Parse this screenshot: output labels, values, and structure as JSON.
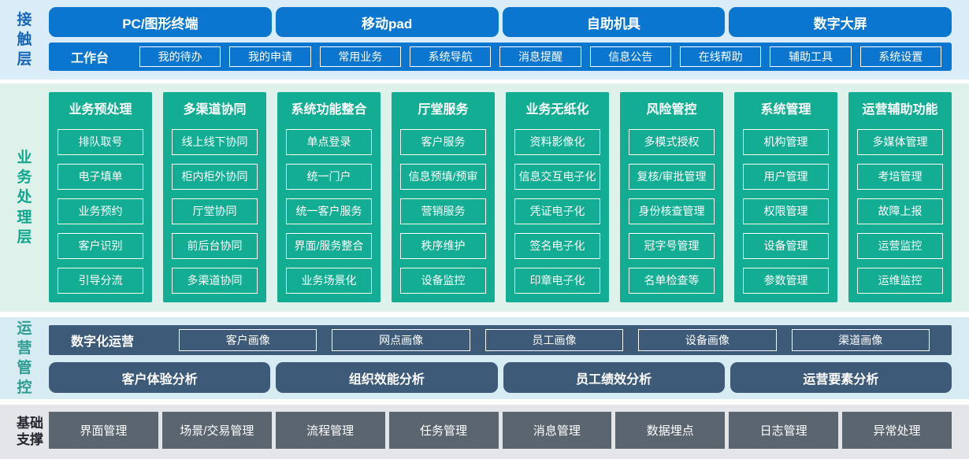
{
  "colors": {
    "accent_blue": "#0b76d0",
    "teal_green": "#12ad93",
    "slate_blue": "#3d5a78",
    "steel_gray": "#5a6570",
    "contact_bg": "#d9ecf8",
    "business_bg": "#def1eb",
    "operation_bg": "#d7ebf3",
    "foundation_bg": "#e3e5e8",
    "contact_label_color": "#1766b8",
    "business_label_color": "#0fa78d",
    "operation_label_color": "#2f9d92",
    "foundation_label_color": "#23262c"
  },
  "contact": {
    "label": "接触层",
    "terminals": [
      "PC/图形终端",
      "移动pad",
      "自助机具",
      "数字大屏"
    ],
    "workbench": {
      "label": "工作台",
      "items": [
        "我的待办",
        "我的申请",
        "常用业务",
        "系统导航",
        "消息提醒",
        "信息公告",
        "在线帮助",
        "辅助工具",
        "系统设置"
      ]
    }
  },
  "business": {
    "label": "业务处理层",
    "columns": [
      {
        "title": "业务预处理",
        "items": [
          "排队取号",
          "电子填单",
          "业务预约",
          "客户识别",
          "引导分流"
        ]
      },
      {
        "title": "多渠道协同",
        "items": [
          "线上线下协同",
          "柜内柜外协同",
          "厅堂协同",
          "前后台协同",
          "多渠道协同"
        ]
      },
      {
        "title": "系统功能整合",
        "items": [
          "单点登录",
          "统一门户",
          "统一客户服务",
          "界面/服务整合",
          "业务场景化"
        ]
      },
      {
        "title": "厅堂服务",
        "items": [
          "客户服务",
          "信息预填/预审",
          "营销服务",
          "秩序维护",
          "设备监控"
        ]
      },
      {
        "title": "业务无纸化",
        "items": [
          "资料影像化",
          "信息交互电子化",
          "凭证电子化",
          "签名电子化",
          "印章电子化"
        ]
      },
      {
        "title": "风险管控",
        "items": [
          "多模式授权",
          "复核/审批管理",
          "身份核查管理",
          "冠字号管理",
          "名单检查等"
        ]
      },
      {
        "title": "系统管理",
        "items": [
          "机构管理",
          "用户管理",
          "权限管理",
          "设备管理",
          "参数管理"
        ]
      },
      {
        "title": "运营辅助功能",
        "items": [
          "多媒体管理",
          "考培管理",
          "故障上报",
          "运营监控",
          "运维监控"
        ]
      }
    ]
  },
  "operation": {
    "label": "运营管控",
    "digital": {
      "label": "数字化运营",
      "items": [
        "客户画像",
        "网点画像",
        "员工画像",
        "设备画像",
        "渠道画像"
      ]
    },
    "analysis": [
      "客户体验分析",
      "组织效能分析",
      "员工绩效分析",
      "运营要素分析"
    ]
  },
  "foundation": {
    "label": "基础支撑",
    "items": [
      "界面管理",
      "场景/交易管理",
      "流程管理",
      "任务管理",
      "消息管理",
      "数据埋点",
      "日志管理",
      "异常处理"
    ]
  }
}
